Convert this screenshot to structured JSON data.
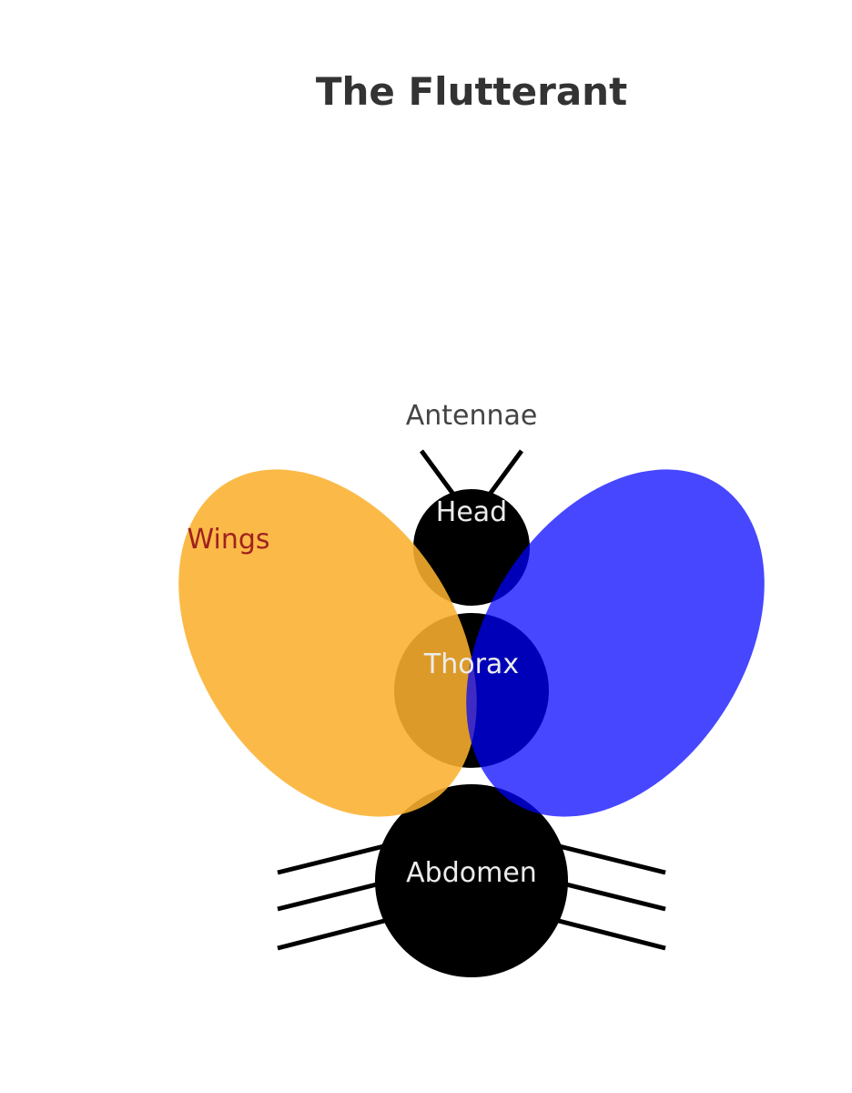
{
  "title": "The Flutterant",
  "labels": {
    "antennae": "Antennae",
    "head": "Head",
    "thorax": "Thorax",
    "abdomen": "Abdomen",
    "wings": "Wings"
  },
  "colors": {
    "body": "#000000",
    "left_wing": "#fbb12f",
    "right_wing": "#0000ff",
    "wings_label": "#a0221e",
    "title": "#333333",
    "body_label": "#ececec",
    "antennae_label": "#444444",
    "background": "#ffffff"
  }
}
